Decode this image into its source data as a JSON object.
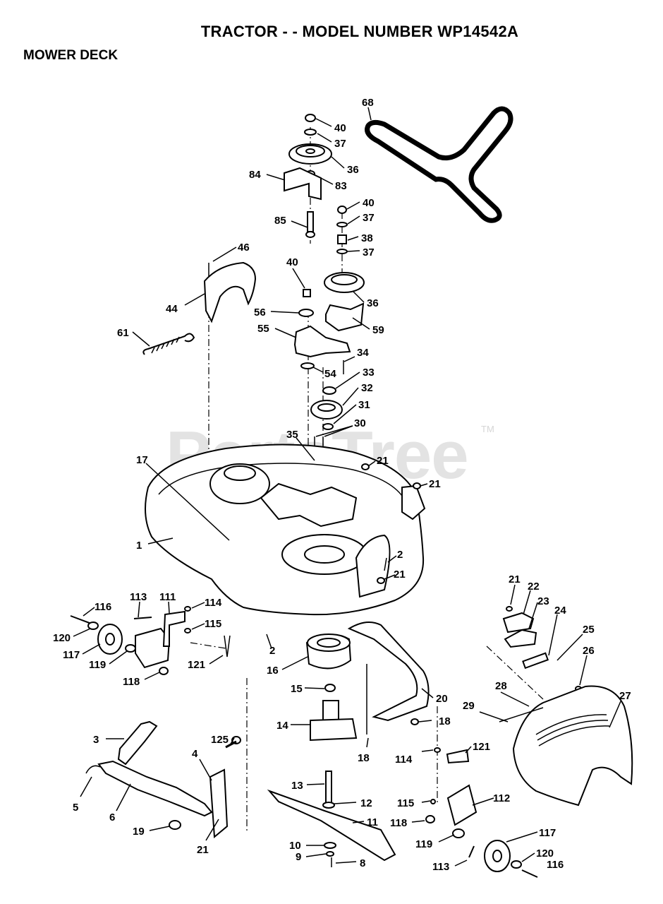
{
  "header": {
    "title": "TRACTOR - - MODEL NUMBER WP14542A",
    "subtitle": "MOWER DECK"
  },
  "watermark": {
    "text": "PartsTree",
    "trademark": "TM"
  },
  "callouts": [
    "68",
    "40",
    "37",
    "36",
    "84",
    "83",
    "85",
    "40",
    "37",
    "38",
    "37",
    "46",
    "36",
    "40",
    "44",
    "56",
    "59",
    "55",
    "61",
    "34",
    "54",
    "33",
    "32",
    "31",
    "30",
    "35",
    "17",
    "21",
    "21",
    "1",
    "2",
    "21",
    "116",
    "113",
    "111",
    "114",
    "115",
    "120",
    "117",
    "119",
    "121",
    "118",
    "2",
    "16",
    "15",
    "14",
    "20",
    "18",
    "18",
    "114",
    "121",
    "3",
    "125",
    "4",
    "13",
    "12",
    "11",
    "5",
    "6",
    "19",
    "21",
    "10",
    "9",
    "8",
    "115",
    "112",
    "118",
    "119",
    "113",
    "117",
    "120",
    "116",
    "21",
    "22",
    "23",
    "24",
    "25",
    "26",
    "27",
    "28",
    "29"
  ]
}
